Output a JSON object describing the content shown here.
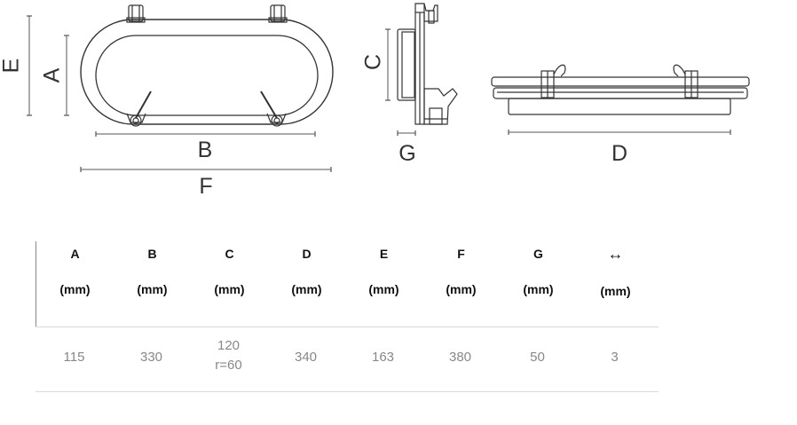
{
  "dimension_labels": {
    "a": "A",
    "b": "B",
    "c": "C",
    "d": "D",
    "e": "E",
    "f": "F",
    "g": "G"
  },
  "table": {
    "headers": [
      {
        "letter": "A",
        "unit": "(mm)"
      },
      {
        "letter": "B",
        "unit": "(mm)"
      },
      {
        "letter": "C",
        "unit": "(mm)"
      },
      {
        "letter": "D",
        "unit": "(mm)"
      },
      {
        "letter": "E",
        "unit": "(mm)"
      },
      {
        "letter": "F",
        "unit": "(mm)"
      },
      {
        "letter": "G",
        "unit": "(mm)"
      },
      {
        "letter": "↔",
        "unit": "(mm)"
      }
    ],
    "values": [
      {
        "line1": "115",
        "line2": ""
      },
      {
        "line1": "330",
        "line2": ""
      },
      {
        "line1": "120",
        "line2": "r=60"
      },
      {
        "line1": "340",
        "line2": ""
      },
      {
        "line1": "163",
        "line2": ""
      },
      {
        "line1": "380",
        "line2": ""
      },
      {
        "line1": "50",
        "line2": ""
      },
      {
        "line1": "3",
        "line2": ""
      }
    ]
  }
}
